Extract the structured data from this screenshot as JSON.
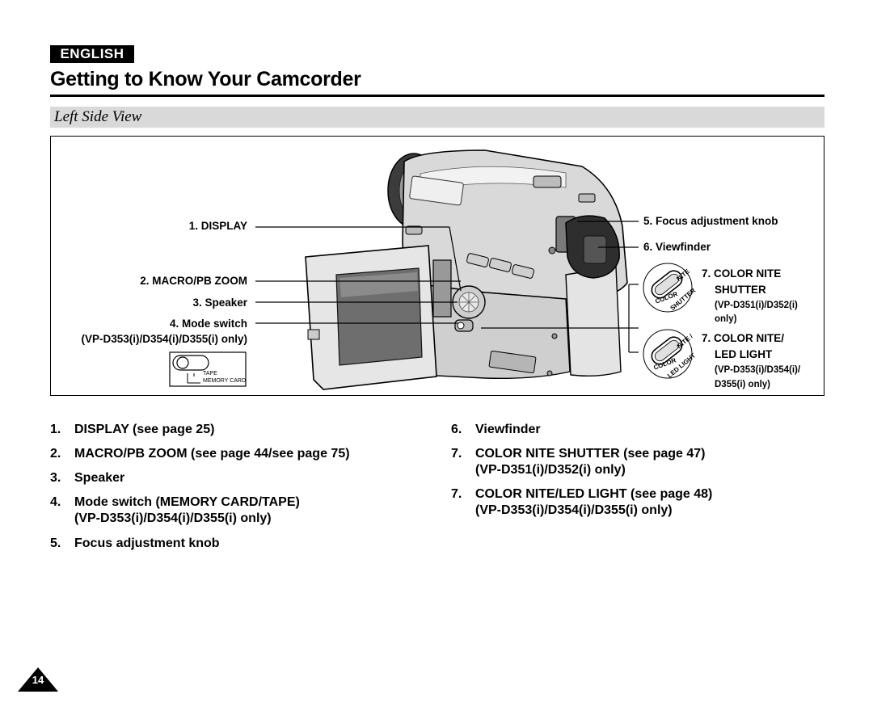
{
  "header": {
    "language": "ENGLISH",
    "title": "Getting to Know Your Camcorder"
  },
  "section": {
    "title": "Left Side View"
  },
  "figure": {
    "left_labels": {
      "display": "1. DISPLAY",
      "macro": "2. MACRO/PB ZOOM",
      "speaker": "3. Speaker",
      "mode_line1": "4. Mode switch",
      "mode_line2": "(VP-D353(i)/D354(i)/D355(i) only)",
      "switch_tape": "TAPE",
      "switch_card": "MEMORY CARD"
    },
    "right_labels": {
      "focus": "5. Focus adjustment knob",
      "viewfinder": "6. Viewfinder",
      "shutter_line1": "7. COLOR NITE",
      "shutter_line2": "SHUTTER",
      "shutter_models_line1": "(VP-D351(i)/D352(i)",
      "shutter_models_line2": "only)",
      "led_line1": "7. COLOR NITE/",
      "led_line2": "LED LIGHT",
      "led_models_line1": "(VP-D353(i)/D354(i)/",
      "led_models_line2": "D355(i) only)"
    },
    "button_text": {
      "shutter_top": "NITE",
      "shutter_left": "COLOR",
      "shutter_bottom": "SHUTTER",
      "led_top": "NITE /",
      "led_left": "COLOR",
      "led_bottom": "LED LIGHT"
    }
  },
  "list_left": [
    {
      "num": "1.",
      "text": "DISPLAY (see page 25)"
    },
    {
      "num": "2.",
      "text": "MACRO/PB ZOOM (see page 44/see page 75)"
    },
    {
      "num": "3.",
      "text": "Speaker"
    },
    {
      "num": "4.",
      "text": "Mode switch (MEMORY CARD/TAPE)",
      "sub": "(VP-D353(i)/D354(i)/D355(i) only)"
    },
    {
      "num": "5.",
      "text": "Focus adjustment knob"
    }
  ],
  "list_right": [
    {
      "num": "6.",
      "text": "Viewfinder"
    },
    {
      "num": "7.",
      "text": "COLOR NITE SHUTTER (see page 47)",
      "sub": "(VP-D351(i)/D352(i) only)"
    },
    {
      "num": "7.",
      "text": "COLOR NITE/LED LIGHT (see page 48)",
      "sub": "(VP-D353(i)/D354(i)/D355(i) only)"
    }
  ],
  "footer": {
    "page_number": "14"
  },
  "colors": {
    "section_bar": "#d9d9d9",
    "badge": "#000000"
  }
}
